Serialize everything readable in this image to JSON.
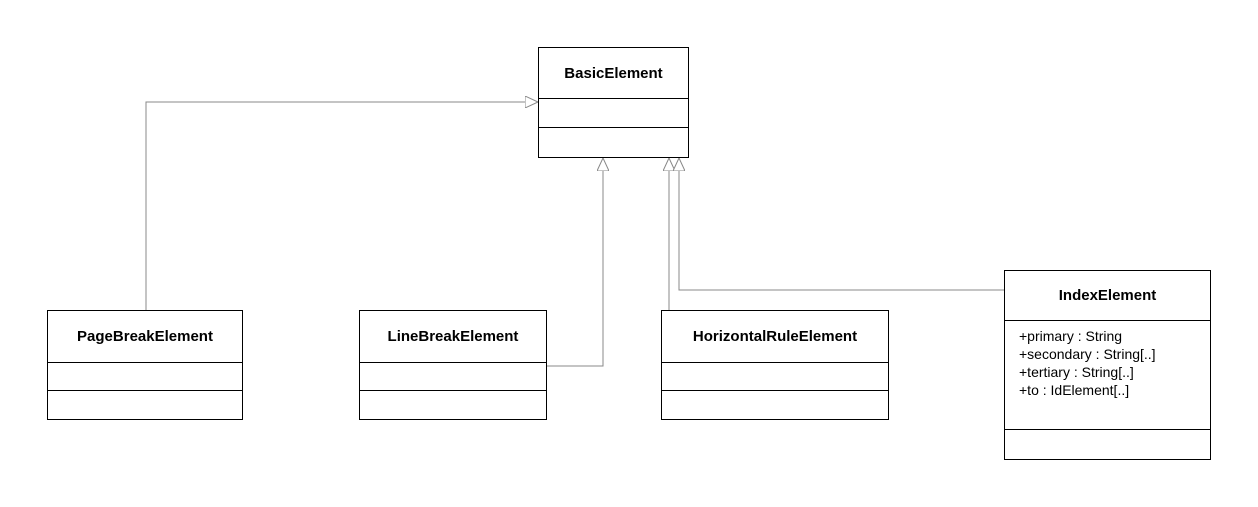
{
  "diagram": {
    "type": "uml-class-diagram",
    "line_color": "#888888",
    "box_border_color": "#000000",
    "classes": {
      "basic": {
        "name": "BasicElement",
        "attributes": []
      },
      "pagebreak": {
        "name": "PageBreakElement",
        "attributes": []
      },
      "linebreak": {
        "name": "LineBreakElement",
        "attributes": []
      },
      "hrule": {
        "name": "HorizontalRuleElement",
        "attributes": []
      },
      "index": {
        "name": "IndexElement",
        "attributes": [
          "+primary : String",
          "+secondary : String[..]",
          "+tertiary : String[..]",
          "+to : IdElement[..]"
        ]
      }
    },
    "relations": [
      {
        "from": "PageBreakElement",
        "to": "BasicElement",
        "type": "generalization"
      },
      {
        "from": "LineBreakElement",
        "to": "BasicElement",
        "type": "generalization"
      },
      {
        "from": "HorizontalRuleElement",
        "to": "BasicElement",
        "type": "generalization"
      },
      {
        "from": "IndexElement",
        "to": "BasicElement",
        "type": "generalization"
      }
    ]
  }
}
